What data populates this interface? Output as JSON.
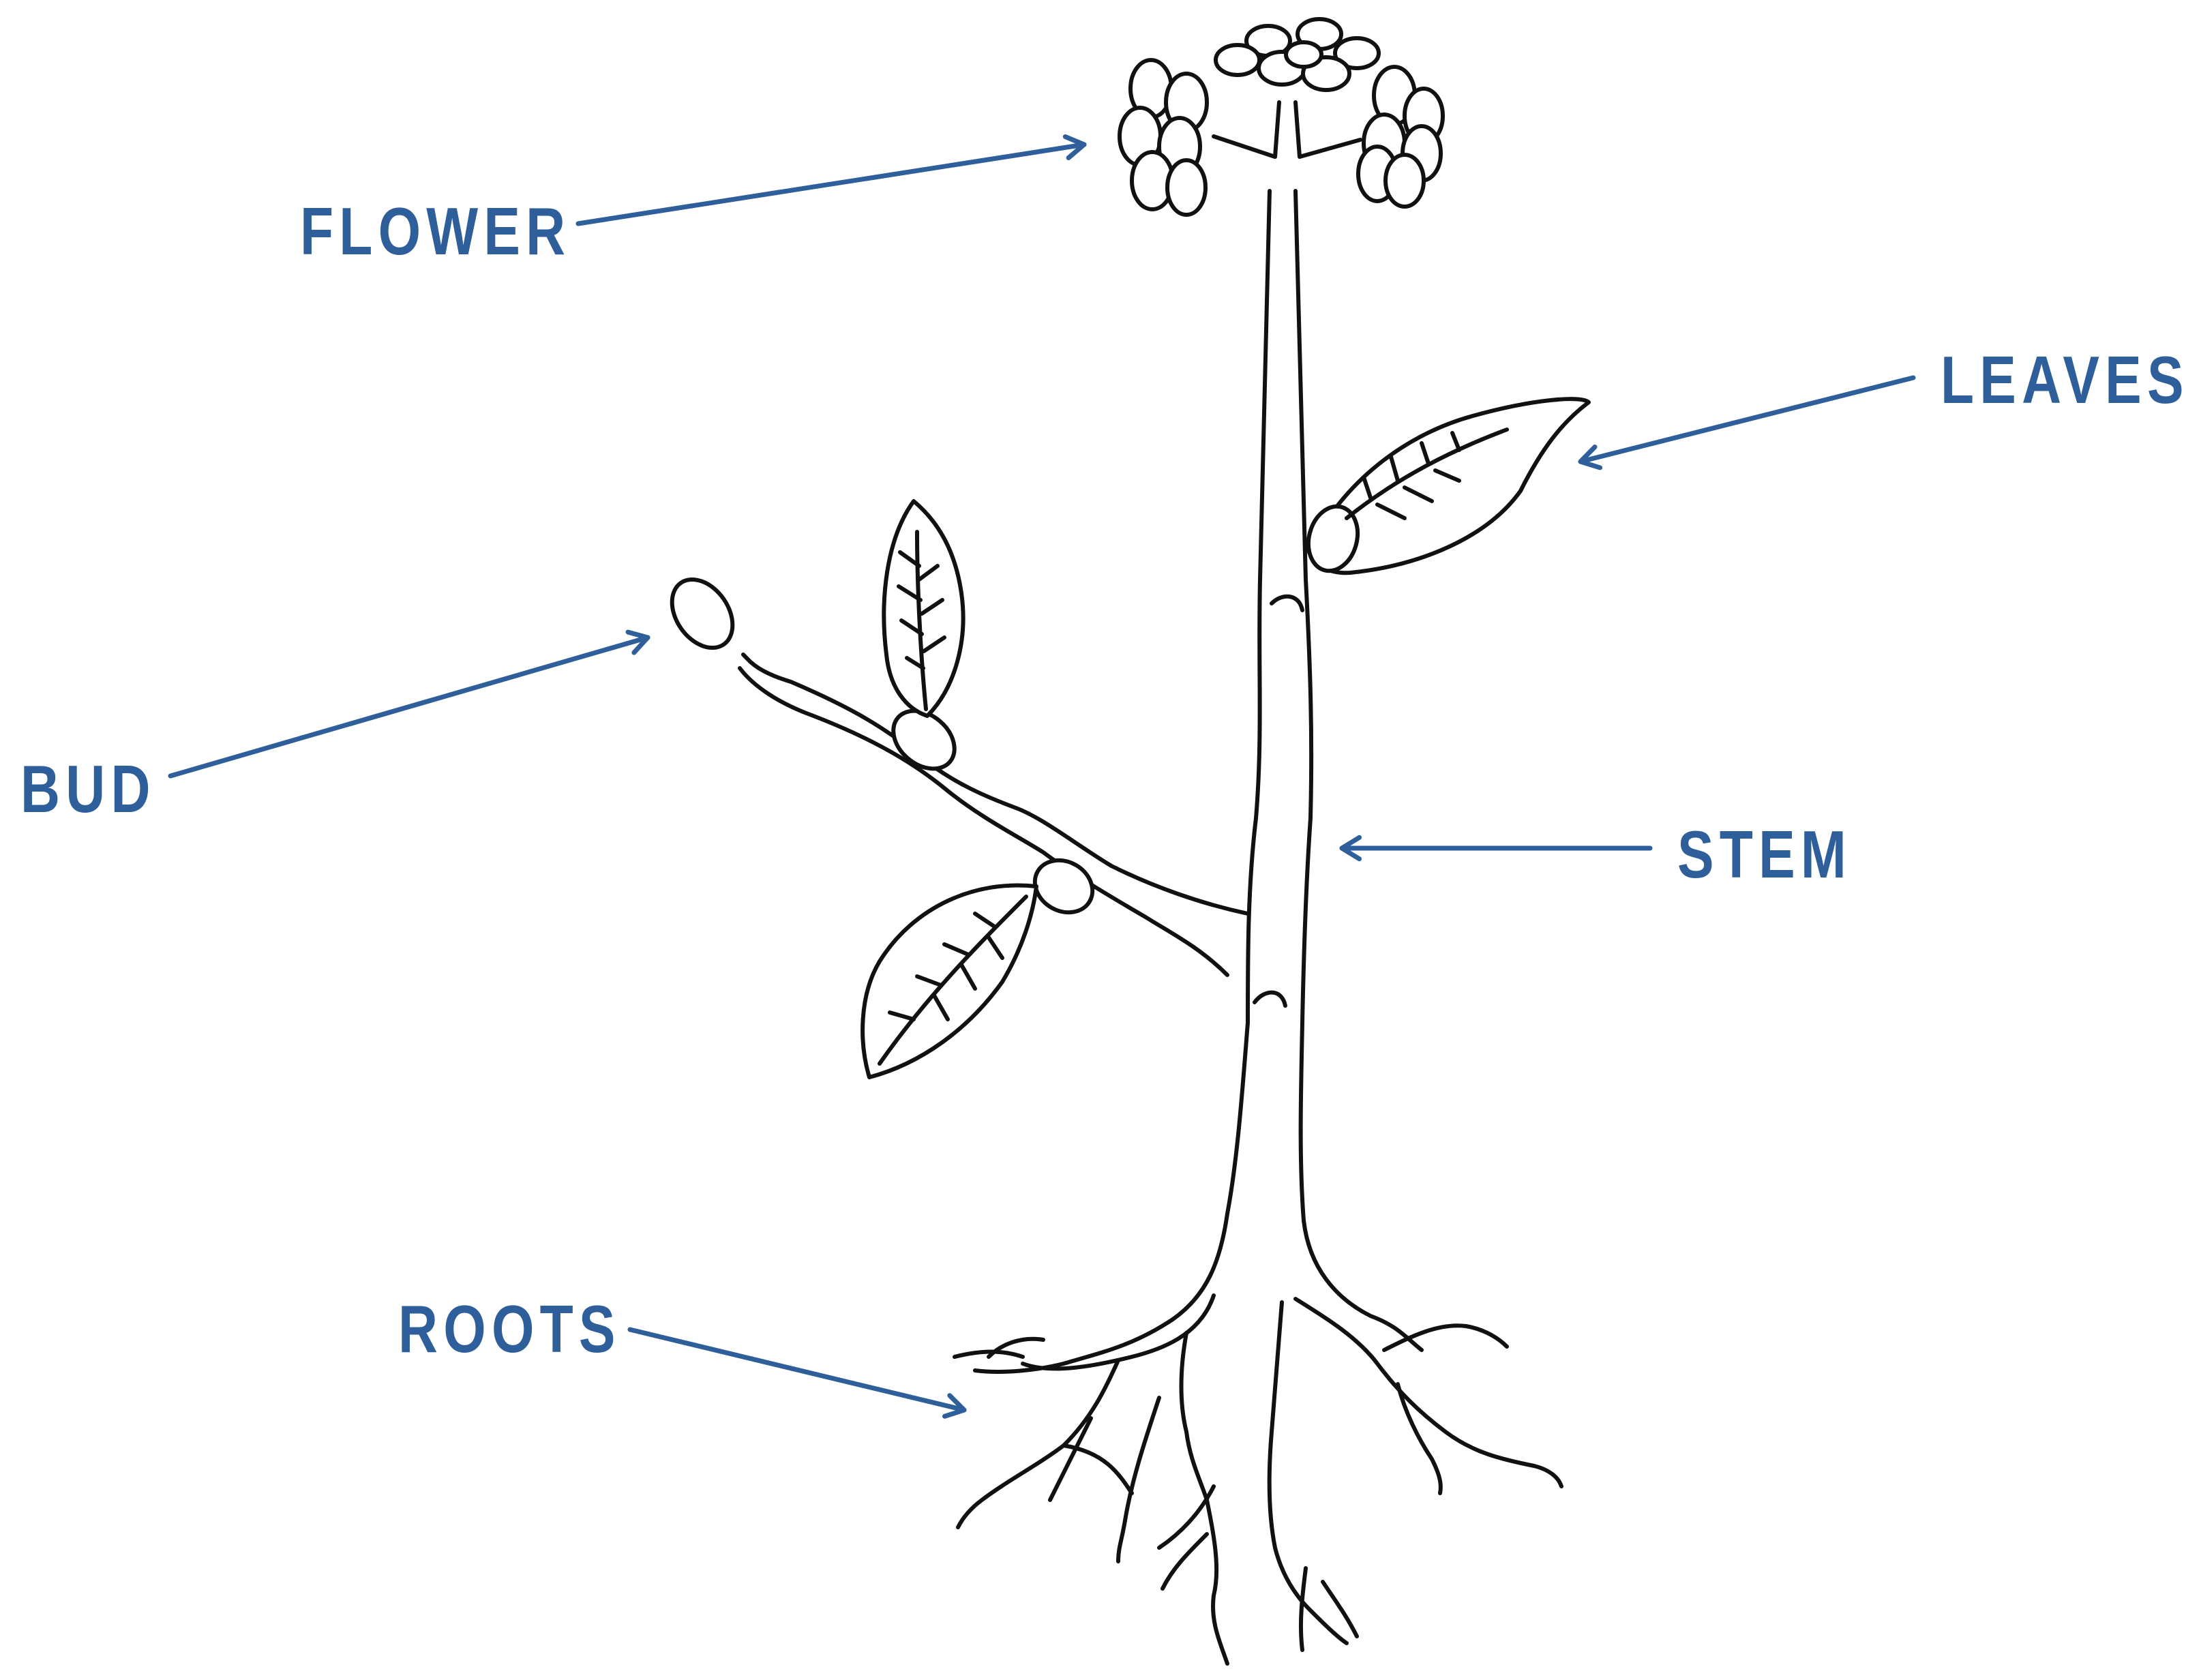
{
  "colors": {
    "label": "#2e5f9a",
    "ink": "#111111",
    "background": "#ffffff"
  },
  "labels": {
    "flower": "FLOWER",
    "leaves": "LEAVES",
    "bud": "BUD",
    "stem": "STEM",
    "roots": "ROOTS"
  }
}
